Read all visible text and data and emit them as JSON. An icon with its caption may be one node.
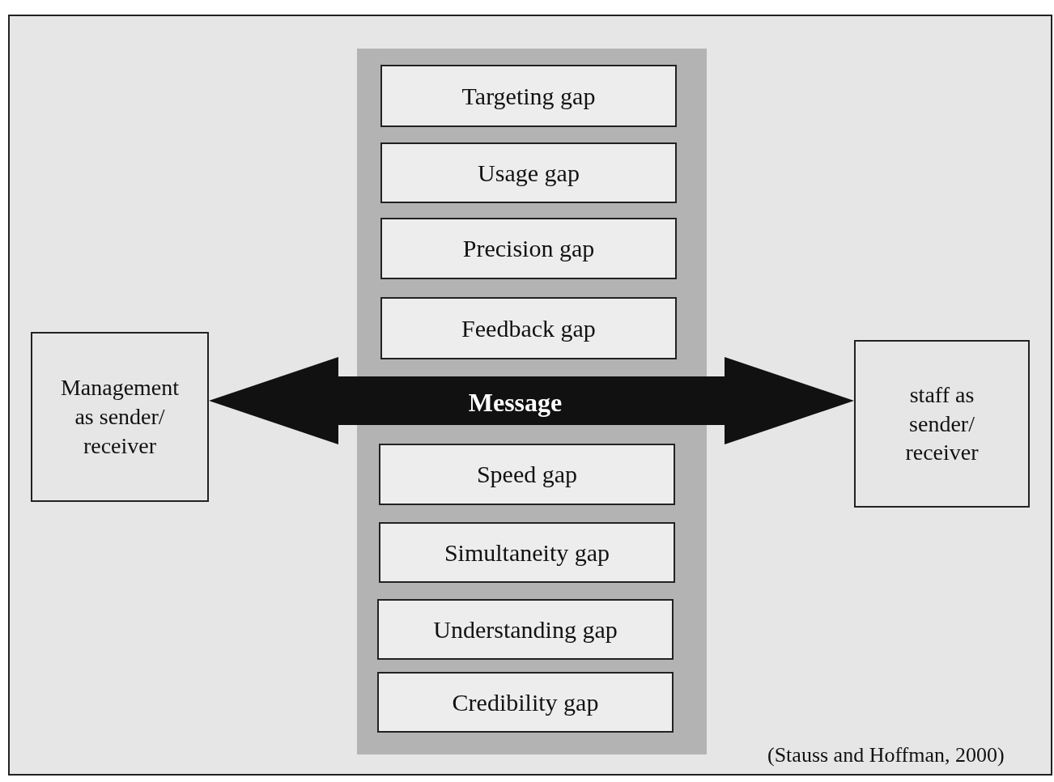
{
  "diagram": {
    "nodes": [
      {
        "text": [],
        "shape": "bar"
      },
      {
        "text": [
          "Targeting gap"
        ],
        "in": 0
      },
      {
        "text": [
          "Usage gap"
        ],
        "in": 0
      },
      {
        "text": [
          "Precision gap"
        ],
        "in": 0
      },
      {
        "text": [
          "Feedback gap"
        ],
        "in": 0
      },
      {
        "text": [
          "Management as sender/ receiver"
        ]
      },
      {
        "text": [
          "staff as sender/ receiver"
        ]
      },
      {
        "text": [
          "Speed gap"
        ],
        "in": 0
      },
      {
        "text": [
          "Simultaneity gap"
        ],
        "in": 0
      },
      {
        "text": [
          "Understanding gap"
        ],
        "in": 0
      },
      {
        "text": [
          "Credibility gap"
        ],
        "in": 0
      }
    ],
    "edges": [
      {
        "from": 5,
        "to": 6,
        "arrow": "both",
        "label": "Message",
        "style": "thick"
      }
    ],
    "labels": [
      "(Stauss and Hoffman, 2000)"
    ]
  }
}
